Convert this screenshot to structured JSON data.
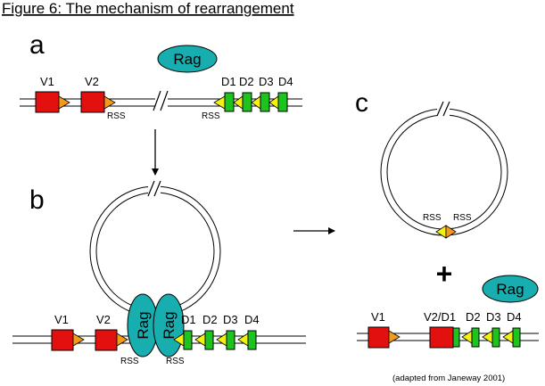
{
  "title": "Figure 6: The mechanism of rearrangement",
  "panels": {
    "a": "a",
    "b": "b",
    "c": "c"
  },
  "rag_label": "Rag",
  "rss_label": "RSS",
  "break_mark": "//",
  "plus_sign": "+",
  "credit": "(adapted from Janeway 2001)",
  "segments": {
    "v1": "V1",
    "v2": "V2",
    "d1": "D1",
    "d2": "D2",
    "d3": "D3",
    "d4": "D4",
    "v2d1": "V2/D1"
  },
  "colors": {
    "v_segment": "#e31010",
    "d_segment": "#1ec41e",
    "rss_orange": "#f29a1c",
    "rss_yellow": "#f4f010",
    "rag": "#18aeb0"
  }
}
